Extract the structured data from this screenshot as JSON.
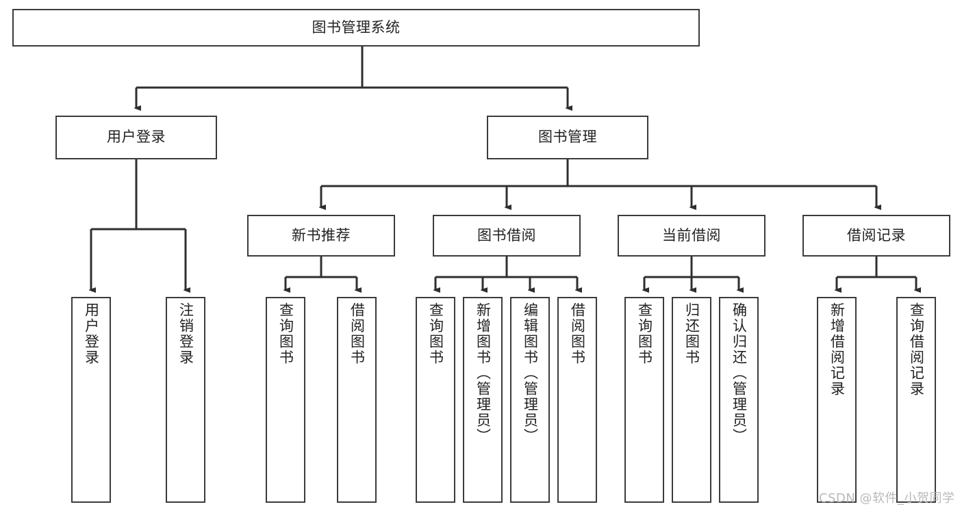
{
  "diagram": {
    "title": "图书管理系统",
    "type": "tree",
    "orientation": "top-down",
    "stroke_color": "#3b3b3b",
    "fill_color": "#ffffff",
    "text_color": "#222222",
    "watermark": "CSDN @软件_小贺同学",
    "watermark_color": "#b9b9b9",
    "nodes": {
      "root": {
        "label": "图书管理系统"
      },
      "level2": [
        {
          "id": "user-login",
          "label": "用户登录"
        },
        {
          "id": "book-manage",
          "label": "图书管理"
        }
      ],
      "level3": [
        {
          "id": "new-book-recommend",
          "label": "新书推荐"
        },
        {
          "id": "book-borrow",
          "label": "图书借阅"
        },
        {
          "id": "current-borrow",
          "label": "当前借阅"
        },
        {
          "id": "borrow-record",
          "label": "借阅记录"
        }
      ],
      "leaves": {
        "user-login": [
          {
            "id": "leaf-user-login",
            "label": "用户登录"
          },
          {
            "id": "leaf-logout-login",
            "label": "注销登录"
          }
        ],
        "new-book-recommend": [
          {
            "id": "leaf-query-book-1",
            "label": "查询图书"
          },
          {
            "id": "leaf-borrow-book-1",
            "label": "借阅图书"
          }
        ],
        "book-borrow": [
          {
            "id": "leaf-query-book-2",
            "label": "查询图书"
          },
          {
            "id": "leaf-add-book",
            "label": "新增图书（管理员）"
          },
          {
            "id": "leaf-edit-book",
            "label": "编辑图书（管理员）"
          },
          {
            "id": "leaf-borrow-book-2",
            "label": "借阅图书"
          }
        ],
        "current-borrow": [
          {
            "id": "leaf-query-book-3",
            "label": "查询图书"
          },
          {
            "id": "leaf-return-book",
            "label": "归还图书"
          },
          {
            "id": "leaf-confirm-return",
            "label": "确认归还（管理员）"
          }
        ],
        "borrow-record": [
          {
            "id": "leaf-add-record",
            "label": "新增借阅记录"
          },
          {
            "id": "leaf-query-record",
            "label": "查询借阅记录"
          }
        ]
      }
    }
  }
}
